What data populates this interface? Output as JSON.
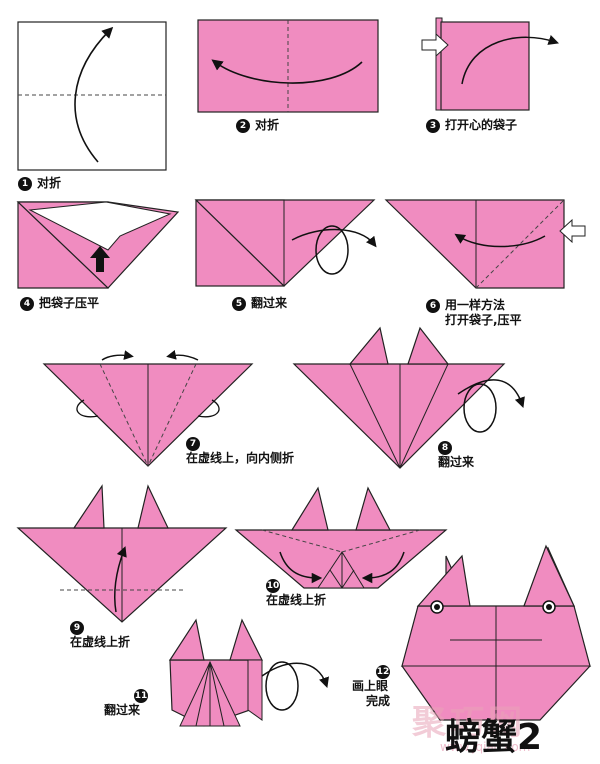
{
  "steps": [
    {
      "num": "1",
      "label": "对折"
    },
    {
      "num": "2",
      "label": "对折"
    },
    {
      "num": "3",
      "label": "打开心的袋子"
    },
    {
      "num": "4",
      "label": "把袋子压平"
    },
    {
      "num": "5",
      "label": "翻过来"
    },
    {
      "num": "6",
      "label": "用一样方法",
      "label2": "打开袋子,压平"
    },
    {
      "num": "7",
      "label": "在虚线上，向内侧折"
    },
    {
      "num": "8",
      "label": "翻过来"
    },
    {
      "num": "9",
      "label": "在虚线上折"
    },
    {
      "num": "10",
      "label": "在虚线上折"
    },
    {
      "num": "11",
      "label": "翻过来"
    },
    {
      "num": "12",
      "label": "画上眼",
      "label2": "完成"
    }
  ],
  "title": "螃蟹2",
  "watermark": "聚巧网",
  "watermark_url": "www.jqiao.com",
  "colors": {
    "pink": "#f08cc0",
    "outline": "#222222",
    "dash": "#444444"
  }
}
